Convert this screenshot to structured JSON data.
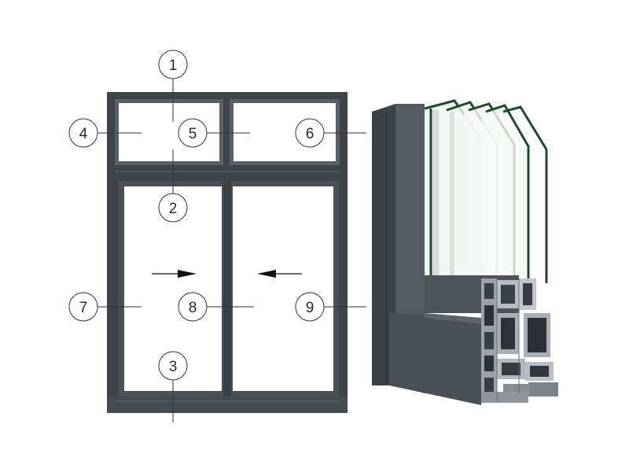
{
  "diagram": {
    "frame_color": "#3f4448",
    "profile_color": "#4a5055",
    "glass_edge_color": "#1f4a2c",
    "callout_numbers": [
      "1",
      "2",
      "3",
      "4",
      "5",
      "6",
      "7",
      "8",
      "9"
    ],
    "arrows": [
      {
        "direction": "right",
        "meaning": "left-sash-slides-right"
      },
      {
        "direction": "left",
        "meaning": "right-sash-slides-left"
      }
    ]
  }
}
